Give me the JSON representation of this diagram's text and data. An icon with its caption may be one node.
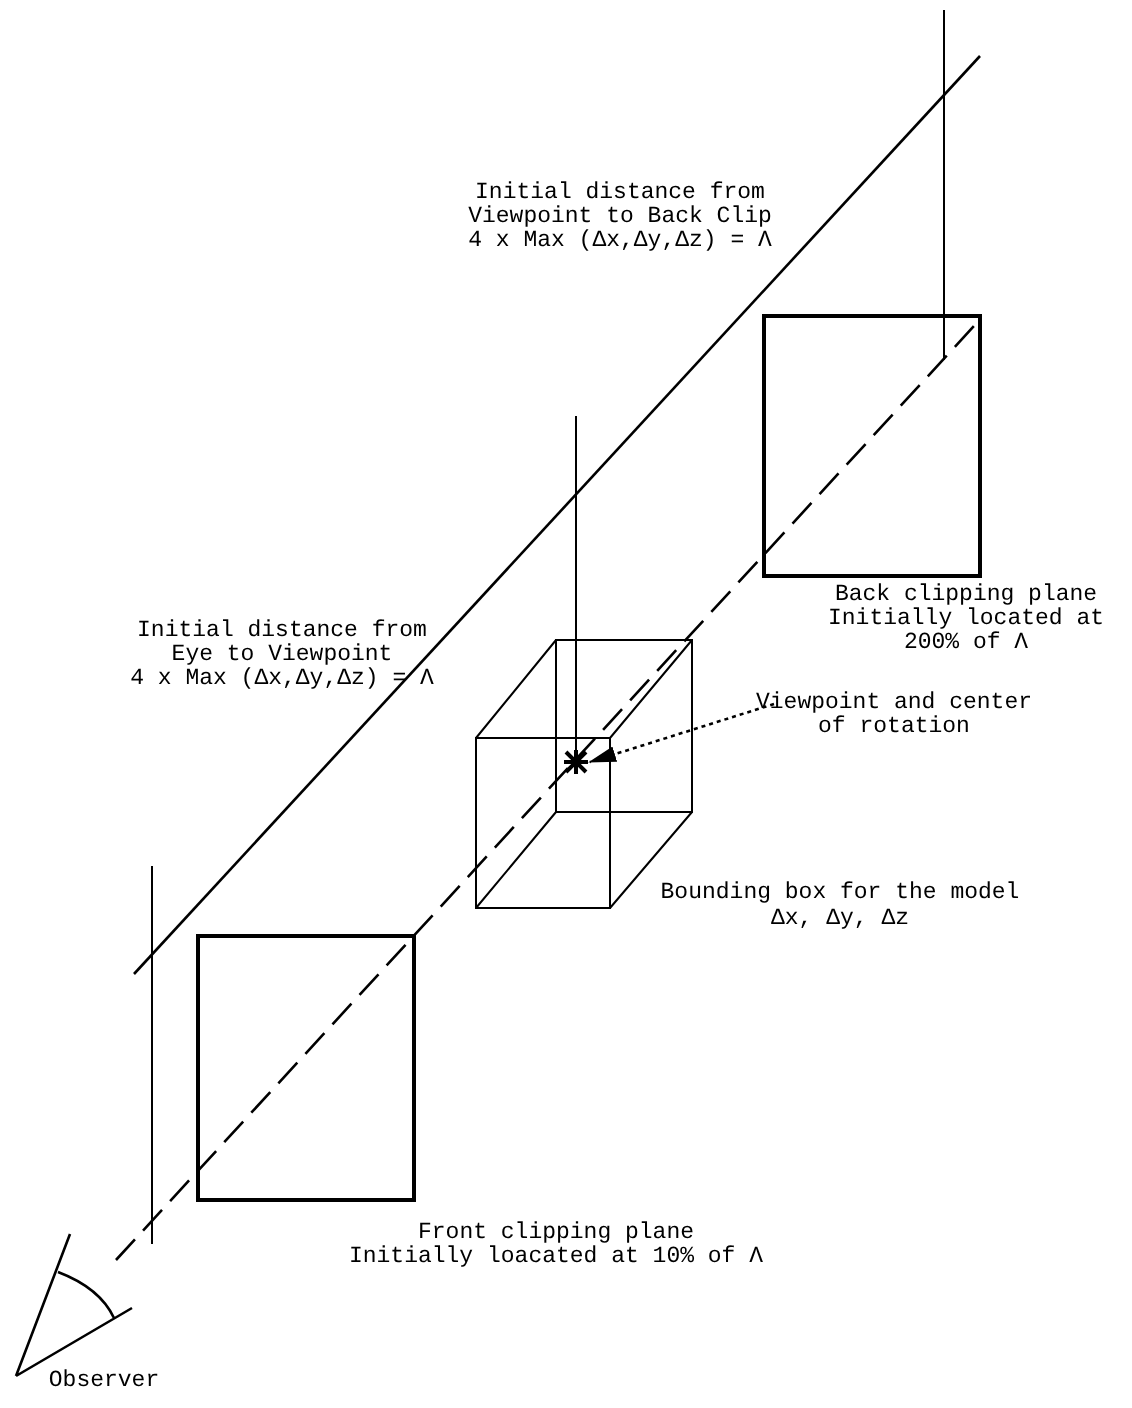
{
  "diagram": {
    "nodes": [
      {
        "text": [
          "Viewpoint and center of rotation"
        ]
      },
      {
        "text": [],
        "shape": "star"
      }
    ],
    "edges": [
      {
        "from": 0,
        "to": 1,
        "arrow": "to",
        "style": "dashed"
      }
    ],
    "labels": [
      "Initial distance from",
      "Viewpoint to Back Clip",
      "4 x Max (Δx,Δy,Δz) = Λ",
      "Back clipping plane",
      "Initially located at",
      "200% of Λ",
      "Initial distance from",
      "Eye to Viewpoint",
      "4 x Max (Δx,Δy,Δz) = Λ",
      "Bounding box for the model",
      "Δx, Δy, Δz",
      "Front clipping plane",
      "Initially loacated at 10% of Λ",
      "Observer"
    ]
  }
}
